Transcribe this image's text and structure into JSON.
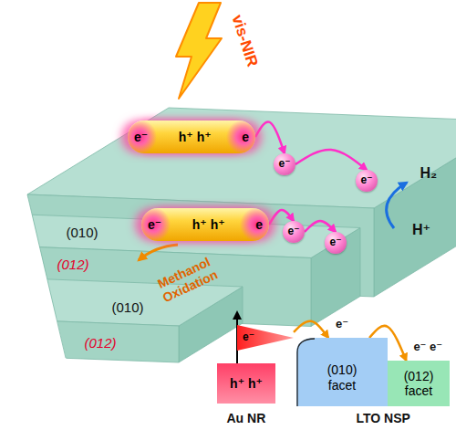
{
  "diagram": {
    "nodes": [
      {
        "text": [
          "e⁻",
          "h⁺ h⁺",
          "e"
        ]
      },
      {
        "text": [
          "e⁻"
        ]
      },
      {
        "text": [
          "e⁻"
        ]
      },
      {
        "text": [
          "e⁻",
          "h⁺ h⁺",
          "e"
        ]
      },
      {
        "text": [
          "e⁻"
        ]
      },
      {
        "text": [
          "e⁻"
        ]
      },
      {
        "text": [
          "h⁺ h⁺"
        ]
      },
      {
        "text": [
          "e⁻"
        ]
      },
      {
        "text": [
          "(010) facet"
        ]
      },
      {
        "text": [
          "(012) facet"
        ]
      }
    ],
    "edges": [
      {
        "from": 0,
        "to": 1,
        "arrow": "to"
      },
      {
        "from": 1,
        "to": 2,
        "arrow": "to"
      },
      {
        "from": 3,
        "to": 4,
        "arrow": "to"
      },
      {
        "from": 4,
        "to": 5,
        "arrow": "to"
      },
      {
        "from": 7,
        "to": 8,
        "label": "e⁻",
        "arrow": "to"
      },
      {
        "from": 8,
        "to": 9,
        "label": "e⁻ e⁻",
        "arrow": "to"
      }
    ],
    "labels": [
      "vis-NIR",
      "(010)",
      "(012)",
      "(010)",
      "(012)",
      "Methanol Oxidation",
      "H₂",
      "H⁺",
      "Au NR",
      "LTO NSP"
    ]
  }
}
